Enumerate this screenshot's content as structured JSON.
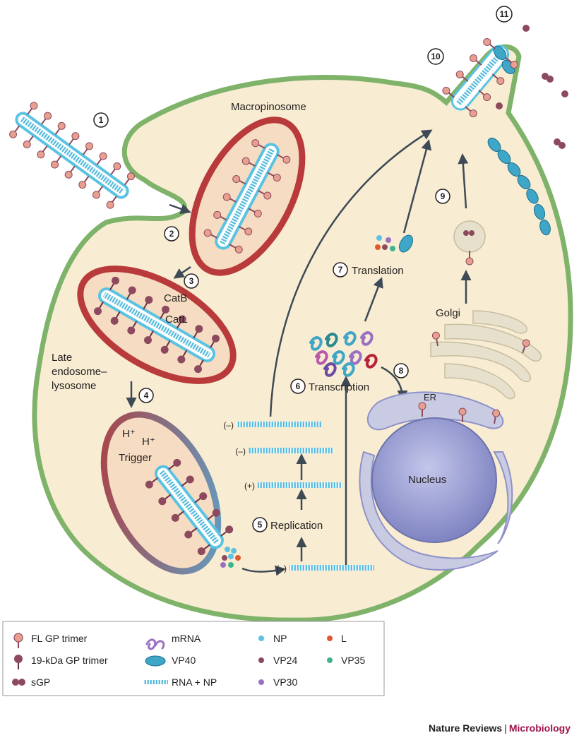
{
  "labels": {
    "macropinosome": "Macropinosome",
    "catb": "CatB",
    "catl": "CatL",
    "late_endosome": [
      "Late",
      "endosome–",
      "lysosome"
    ],
    "h1": "H⁺",
    "h2": "H⁺",
    "trigger": "Trigger",
    "replication": "Replication",
    "transcription": "Transcription",
    "translation": "Translation",
    "golgi": "Golgi",
    "er": "ER",
    "nucleus": "Nucleus",
    "strand_neg": "(–)",
    "strand_pos": "(+)"
  },
  "steps": [
    "1",
    "2",
    "3",
    "4",
    "5",
    "6",
    "7",
    "8",
    "9",
    "10",
    "11"
  ],
  "legend": {
    "col1": [
      "FL GP trimer",
      "19-kDa GP trimer",
      "sGP"
    ],
    "col2": [
      "mRNA",
      "VP40",
      "RNA + NP"
    ],
    "col3": [
      "NP",
      "VP24",
      "VP30"
    ],
    "col4": [
      "L",
      "VP35"
    ]
  },
  "footer": {
    "journal": "Nature Reviews",
    "separator": "|",
    "subject": "Microbiology"
  },
  "colors": {
    "cell_fill": "#f8ecd2",
    "membrane": "#7fb36a",
    "endosome_red": "#b83a3a",
    "endosome_fill": "#f6dcc2",
    "rna_cyan": "#5ac3e2",
    "vp40": "#3ea6c7",
    "gp": "#e79f8f",
    "sgp_19k": "#8d4a5e",
    "er_fill": "#c9cbe3",
    "nucleus": "#8e92c8",
    "golgi_fill": "#e6e0cc",
    "footer_subject": "#a0134b"
  },
  "icons": {
    "fl_gp_trimer": "lollipop-pink",
    "gp19_trimer": "lollipop-maroon",
    "sgp": "double-dot-maroon",
    "mrna": "curly-purple",
    "vp40": "oval-cyan",
    "rna_np": "helix-cyan",
    "np": "dot-cyan",
    "vp24": "dot-maroon",
    "vp30": "dot-purple",
    "l": "dot-orange",
    "vp35": "dot-green"
  }
}
